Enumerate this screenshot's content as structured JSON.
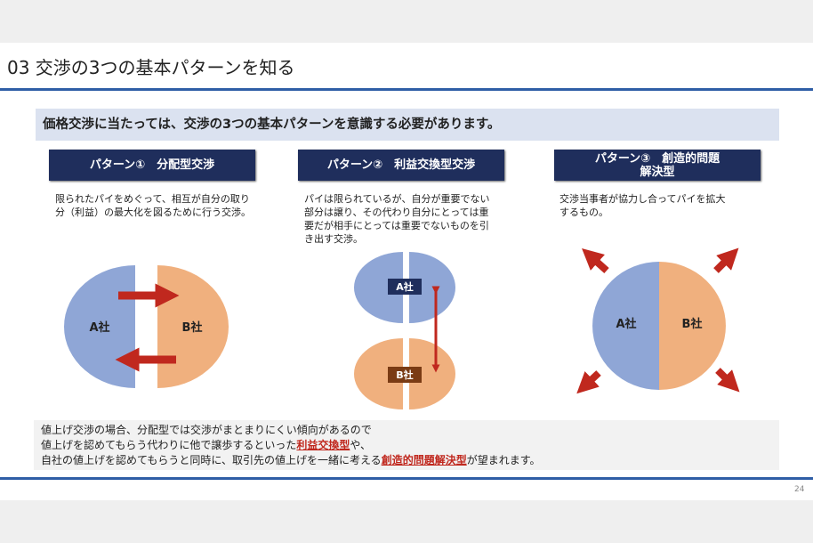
{
  "title": "03 交渉の3つの基本パターンを知る",
  "lead": "価格交渉に当たっては、交渉の3つの基本パターンを意識する必要があります。",
  "patterns": [
    {
      "label": "パターン①　分配型交渉",
      "description": "限られたパイをめぐって、相互が自分の取り分（利益）の最大化を図るために行う交渉。"
    },
    {
      "label": "パターン②　利益交換型交渉",
      "description": "パイは限られているが、自分が重要でない部分は譲り、その代わり自分にとっては重要だが相手にとっては重要でないものを引き出す交渉。"
    },
    {
      "label": "パターン③　創造的問題解決型",
      "description": "交渉当事者が協力し合ってパイを拡大するもの。"
    }
  ],
  "diagram": {
    "a": "A社",
    "b": "B社"
  },
  "note": {
    "line1": "値上げ交渉の場合、分配型では交渉がまとまりにくい傾向があるので",
    "line2_pre": "値上げを認めてもらう代わりに他で譲歩するといった",
    "line2_hl": "利益交換型",
    "line2_post": "や、",
    "line3_pre": "自社の値上げを認めてもらうと同時に、取引先の値上げを一緒に考える",
    "line3_hl": "創造的問題解決型",
    "line3_post": "が望まれます。"
  },
  "page_number": "24",
  "colors": {
    "navy": "#1f2e5c",
    "blue": "#8fa6d6",
    "orange": "#f0b07e",
    "red": "#c0281e",
    "accent_line": "#2f5ea6"
  }
}
